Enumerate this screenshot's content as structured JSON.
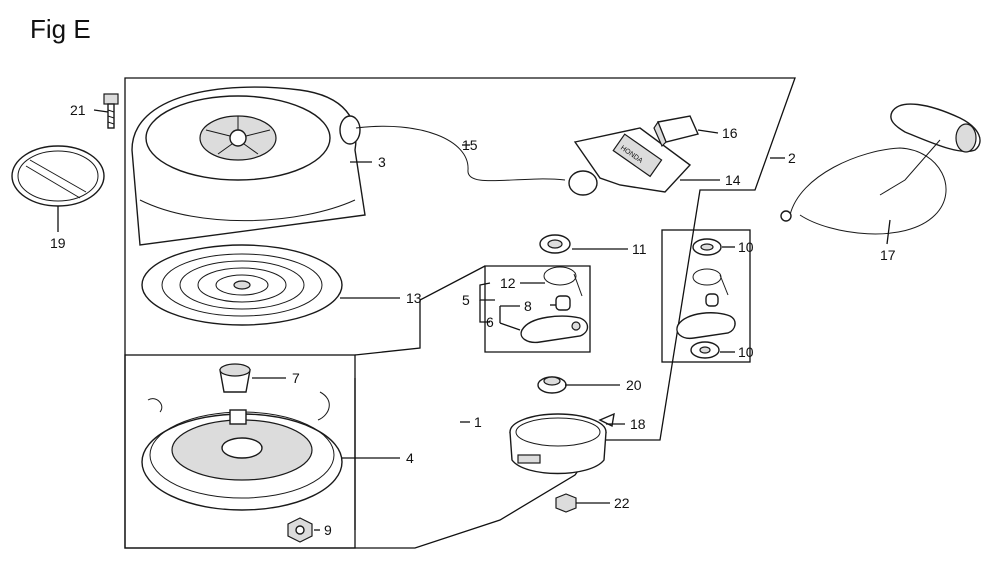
{
  "figure": {
    "title": "Fig E"
  },
  "callouts": {
    "c1": "1",
    "c2": "2",
    "c3": "3",
    "c4": "4",
    "c5": "5",
    "c6": "6",
    "c7": "7",
    "c8": "8",
    "c9": "9",
    "c10a": "10",
    "c10b": "10",
    "c11": "11",
    "c12": "12",
    "c13": "13",
    "c14": "14",
    "c15": "15",
    "c16": "16",
    "c17": "17",
    "c18": "18",
    "c19": "19",
    "c20": "20",
    "c21": "21",
    "c22": "22"
  },
  "handle_logo": "HONDA"
}
